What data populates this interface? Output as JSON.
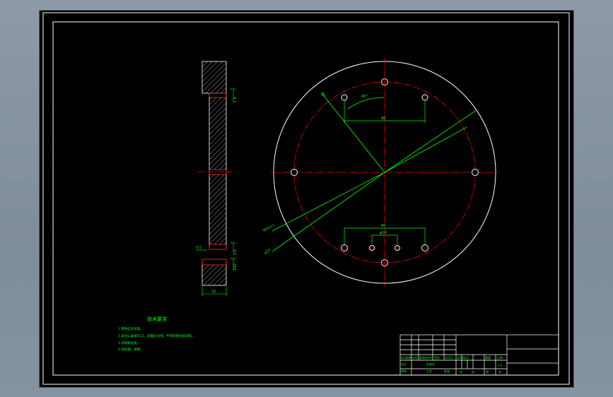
{
  "notes": {
    "title": "技术要求",
    "lines": [
      "1.零件应去毛刺。",
      "2.未注公差按IT12，表面应光滑，不得有裂纹等缺陷。",
      "3.去除氧化皮。",
      "4.热处理，调质。"
    ]
  },
  "dimensions": {
    "section_height_top": "1.6",
    "section_height_bottom": "1.6",
    "section_offset": "0.5",
    "section_gap": "100",
    "section_width": "32",
    "angle": "45°",
    "top_span": "80",
    "bottom_span": "80",
    "bottom_inner": "φ14",
    "leader_1": "M10×1",
    "leader_2": "φ15"
  },
  "title_block": {
    "labels": [
      "标记",
      "处数",
      "分区",
      "更改文件号",
      "签名",
      "年月日",
      "设计",
      "标准化",
      "阶段标记",
      "重量",
      "比例",
      "审核",
      "工艺",
      "批准"
    ],
    "scale": "1:1",
    "sheet_info": [
      "共",
      "张",
      "第",
      "张"
    ]
  },
  "colors": {
    "outline": "#ffffff",
    "centerline": "#ff0000",
    "dimension": "#00ff00",
    "construction": "#ffff00"
  }
}
